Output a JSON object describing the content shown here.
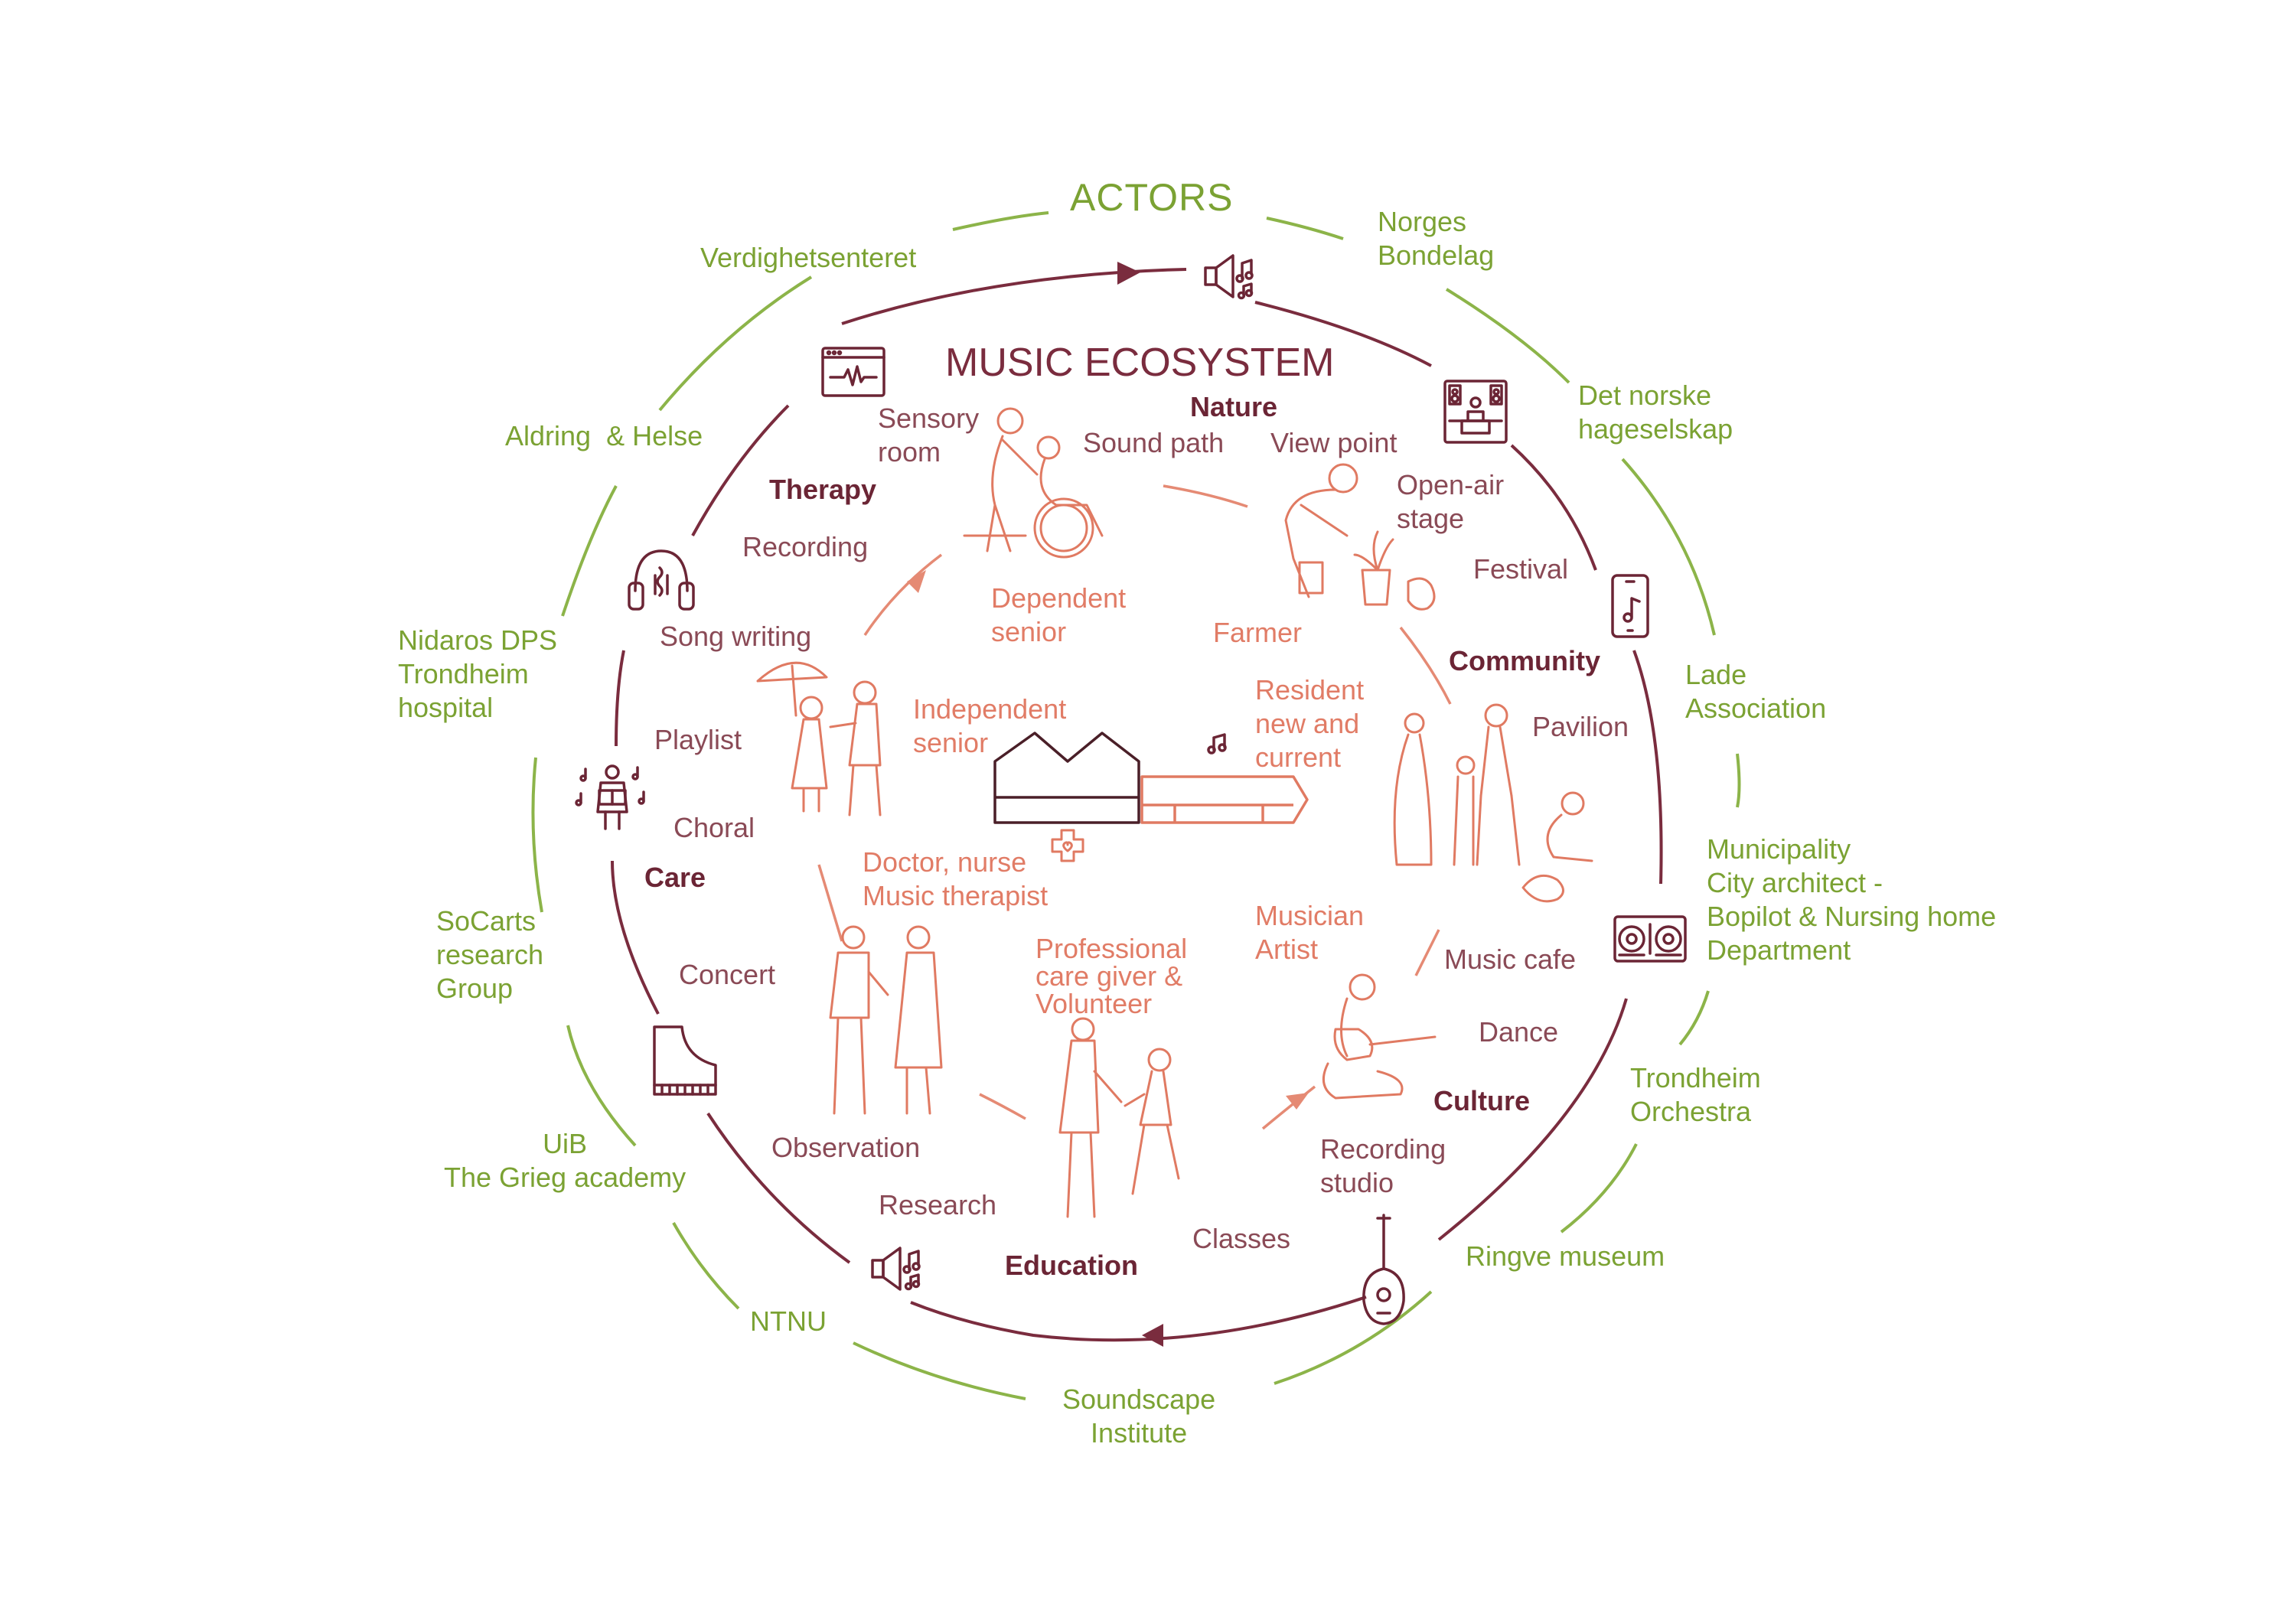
{
  "title": "MUSIC ECOSYSTEM",
  "actors_title": "ACTORS",
  "actors": [
    {
      "id": "verdighetsenteret",
      "label": "Verdighetsenteret"
    },
    {
      "id": "norges-bondelag",
      "label": "Norges\nBondelag"
    },
    {
      "id": "hageselskap",
      "label": "Det norske\nhageselskap"
    },
    {
      "id": "aldring-helse",
      "label": "Aldring  & Helse"
    },
    {
      "id": "lade-association",
      "label": "Lade\nAssociation"
    },
    {
      "id": "nidaros-dps",
      "label": "Nidaros DPS\nTrondheim\nhospital"
    },
    {
      "id": "municipality",
      "label": "Municipality\nCity architect -\nBopilot & Nursing home\nDepartment"
    },
    {
      "id": "socarts",
      "label": "SoCarts\nresearch\nGroup"
    },
    {
      "id": "trondheim-orchestra",
      "label": "Trondheim\nOrchestra"
    },
    {
      "id": "uib-grieg",
      "label": "UiB\nThe Grieg academy"
    },
    {
      "id": "ringve-museum",
      "label": "Ringve museum"
    },
    {
      "id": "ntnu",
      "label": "NTNU"
    },
    {
      "id": "soundscape-institute",
      "label": "Soundscape\nInstitute"
    }
  ],
  "domains": {
    "nature": "Nature",
    "therapy": "Therapy",
    "community": "Community",
    "care": "Care",
    "culture": "Culture",
    "education": "Education"
  },
  "activities": {
    "sensory_room": "Sensory\nroom",
    "sound_path": "Sound path",
    "view_point": "View point",
    "open_air_stage": "Open-air\nstage",
    "festival": "Festival",
    "recording": "Recording",
    "song_writing": "Song writing",
    "pavilion": "Pavilion",
    "playlist": "Playlist",
    "choral": "Choral",
    "concert": "Concert",
    "music_cafe": "Music cafe",
    "dance": "Dance",
    "observation": "Observation",
    "recording_studio": "Recording\nstudio",
    "research": "Research",
    "classes": "Classes"
  },
  "people": {
    "dependent_senior": "Dependent\nsenior",
    "farmer": "Farmer",
    "independent_senior": "Independent\nsenior",
    "resident": "Resident\nnew and\ncurrent",
    "doctor": "Doctor, nurse\nMusic therapist",
    "musician": "Musician\nArtist",
    "professional": "Professional\ncare giver &\nVolunteer"
  },
  "icons": [
    "speaker-music-icon",
    "monitor-waveform-icon",
    "stage-icon",
    "headphones-icon",
    "phone-music-icon",
    "choir-singer-icon",
    "dj-mixer-icon",
    "piano-icon",
    "lute-icon",
    "speaker-music-icon-bottom",
    "music-note-icon",
    "care-cross-icon"
  ],
  "colors": {
    "actors_green": "#7ba233",
    "ecosystem_maroon": "#7a2c3e",
    "people_salmon": "#e17c66",
    "activity_mauve": "#8a4a56"
  }
}
